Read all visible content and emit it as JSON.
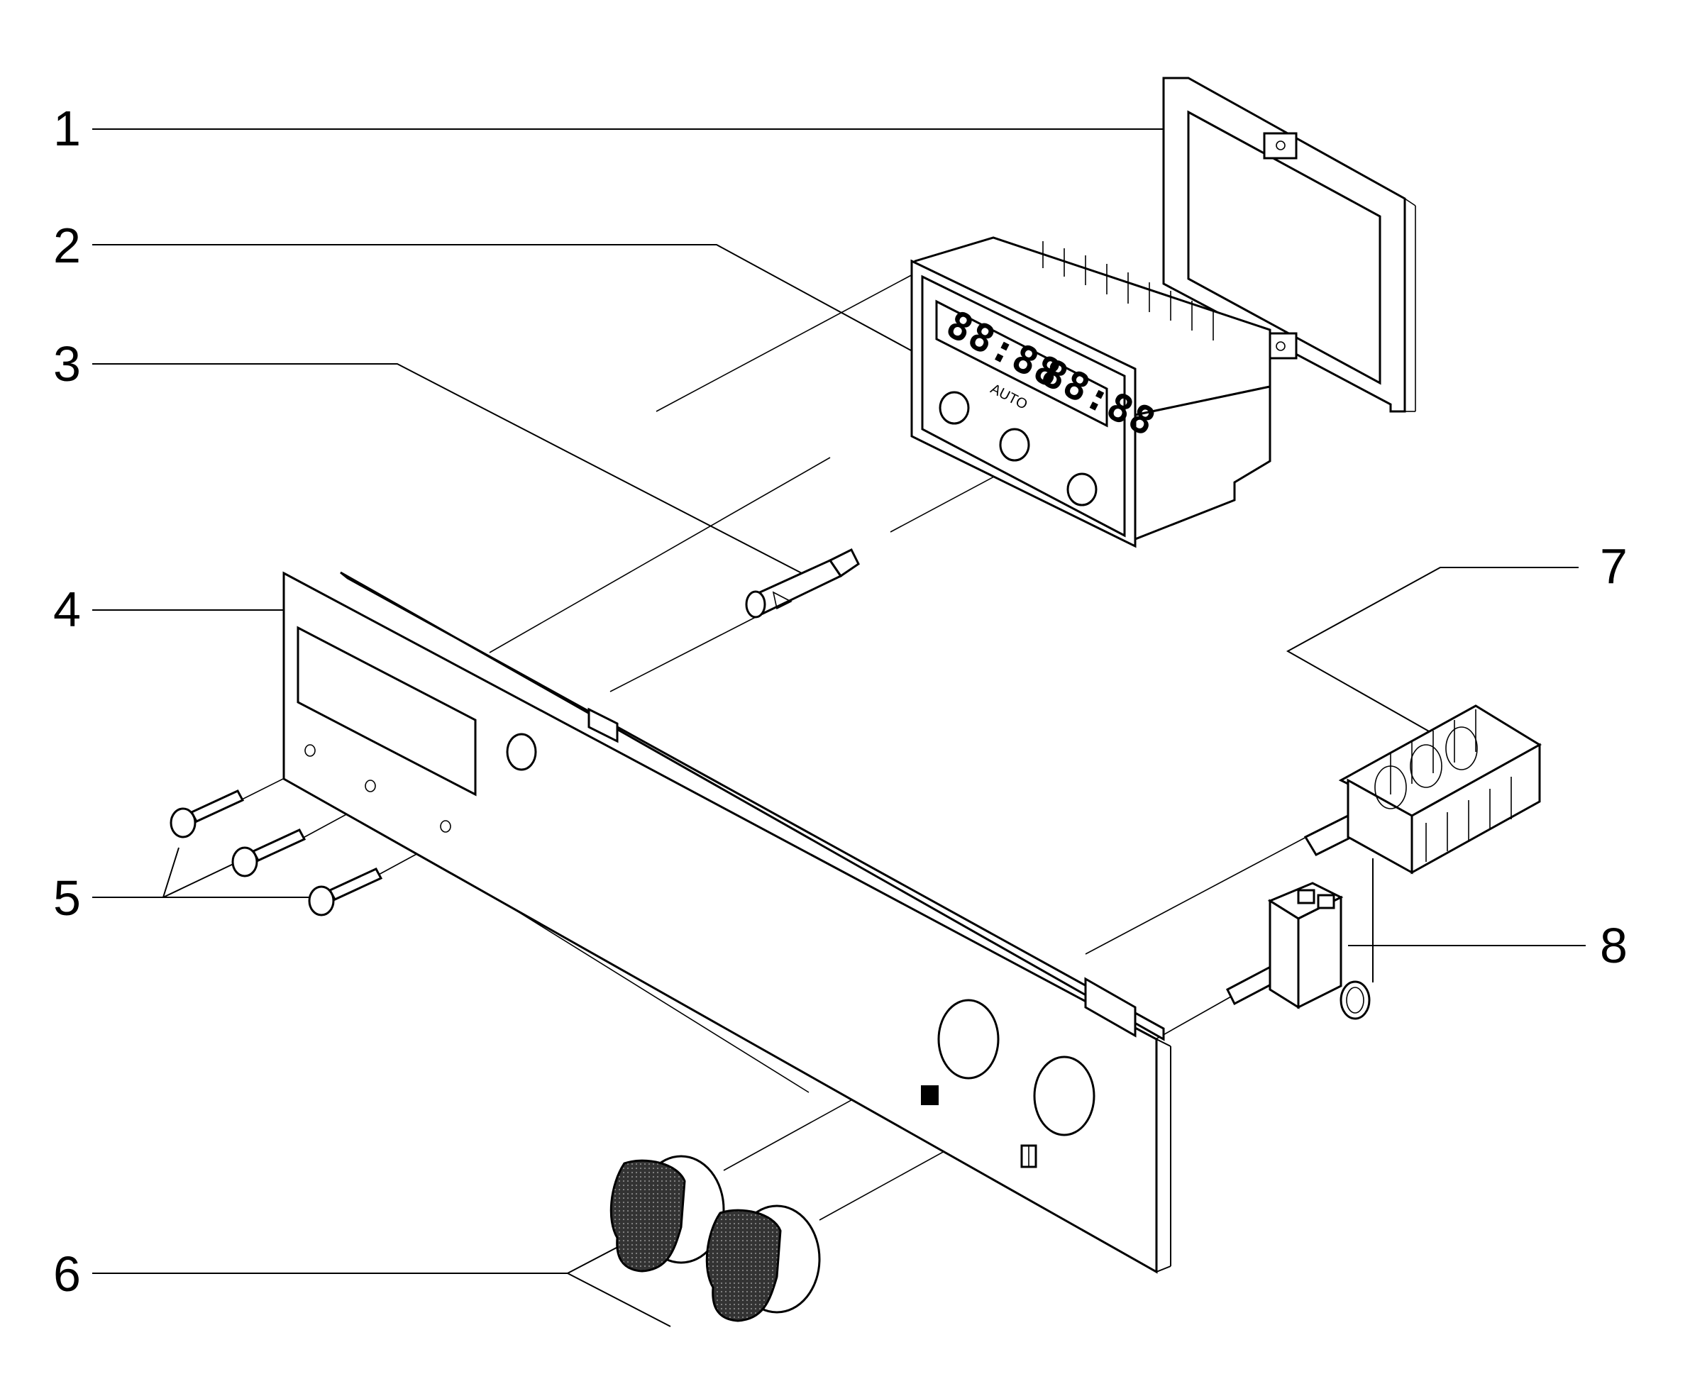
{
  "diagram": {
    "callouts": [
      {
        "id": "1",
        "label": "1"
      },
      {
        "id": "2",
        "label": "2"
      },
      {
        "id": "3",
        "label": "3"
      },
      {
        "id": "4",
        "label": "4"
      },
      {
        "id": "5",
        "label": "5"
      },
      {
        "id": "6",
        "label": "6"
      },
      {
        "id": "7",
        "label": "7"
      },
      {
        "id": "8",
        "label": "8"
      }
    ],
    "timer_display": {
      "digits_left": "88:88",
      "digits_right": "88:88",
      "auto_label": "AUTO"
    },
    "parts": [
      {
        "callout": "1",
        "icon": "frame-bracket-icon"
      },
      {
        "callout": "2",
        "icon": "electronic-timer-icon"
      },
      {
        "callout": "3",
        "icon": "indicator-lamp-icon"
      },
      {
        "callout": "4",
        "icon": "control-panel-icon"
      },
      {
        "callout": "5",
        "icon": "push-button-icon"
      },
      {
        "callout": "6",
        "icon": "control-knob-icon"
      },
      {
        "callout": "7",
        "icon": "selector-switch-icon"
      },
      {
        "callout": "8",
        "icon": "thermostat-icon"
      }
    ]
  }
}
